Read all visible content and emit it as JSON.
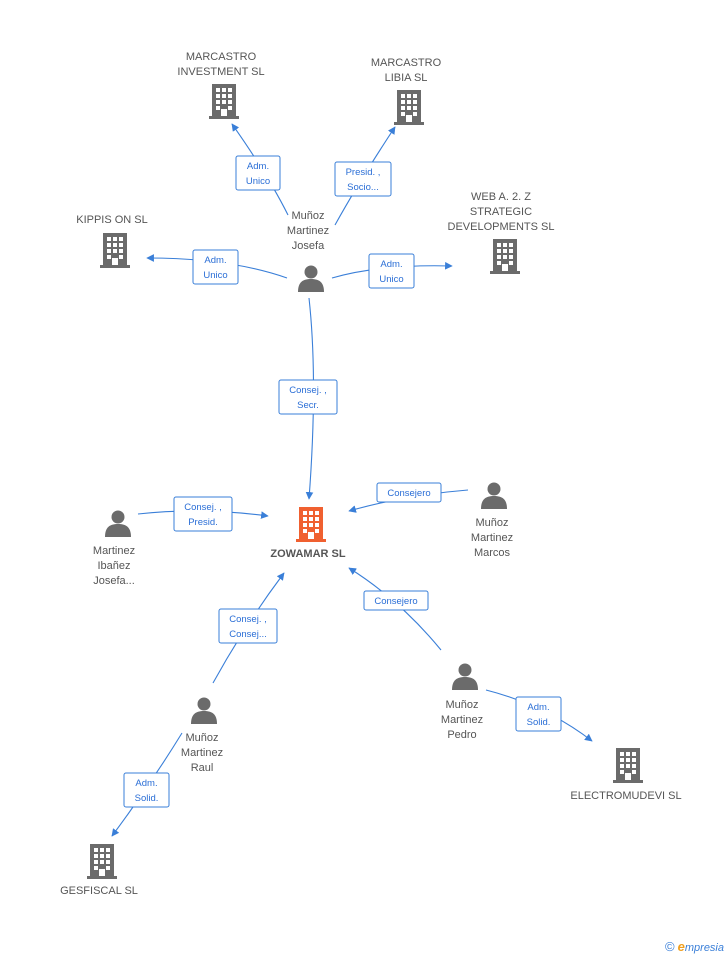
{
  "colors": {
    "edge": "#3a7fd8",
    "company": "#6b6b6b",
    "company_focus": "#f06030",
    "person": "#6b6b6b"
  },
  "center": {
    "name": "ZOWAMAR SL"
  },
  "companies": {
    "marcastro_investment": [
      "MARCASTRO",
      "INVESTMENT SL"
    ],
    "marcastro_libia": [
      "MARCASTRO",
      "LIBIA SL"
    ],
    "kippis_on": [
      "KIPPIS ON SL"
    ],
    "web_a2z": [
      "WEB A. 2. Z",
      "STRATEGIC",
      "DEVELOPMENTS SL"
    ],
    "electromudevi": [
      "ELECTROMUDEVI SL"
    ],
    "gesfiscal": [
      "GESFISCAL SL"
    ]
  },
  "persons": {
    "josefa": [
      "Muñoz",
      "Martinez",
      "Josefa"
    ],
    "marcos": [
      "Muñoz",
      "Martinez",
      "Marcos"
    ],
    "ibanez": [
      "Martinez",
      "Ibañez",
      "Josefa..."
    ],
    "raul": [
      "Muñoz",
      "Martinez",
      "Raul"
    ],
    "pedro": [
      "Muñoz",
      "Martinez",
      "Pedro"
    ]
  },
  "edges": {
    "josefa_marcastro_inv": [
      "Adm.",
      "Unico"
    ],
    "josefa_marcastro_libia": [
      "Presid. ,",
      "Socio..."
    ],
    "josefa_kippis": [
      "Adm.",
      "Unico"
    ],
    "josefa_web": [
      "Adm.",
      "Unico"
    ],
    "josefa_center": [
      "Consej. ,",
      "Secr."
    ],
    "ibanez_center": [
      "Consej. ,",
      "Presid."
    ],
    "marcos_center": [
      "Consejero"
    ],
    "raul_center": [
      "Consej. ,",
      "Consej..."
    ],
    "pedro_center": [
      "Consejero"
    ],
    "pedro_electro": [
      "Adm.",
      "Solid."
    ],
    "raul_gesfiscal": [
      "Adm.",
      "Solid."
    ]
  },
  "footer": {
    "copyright": "©",
    "brand_first": "e",
    "brand_rest": "mpresia"
  }
}
